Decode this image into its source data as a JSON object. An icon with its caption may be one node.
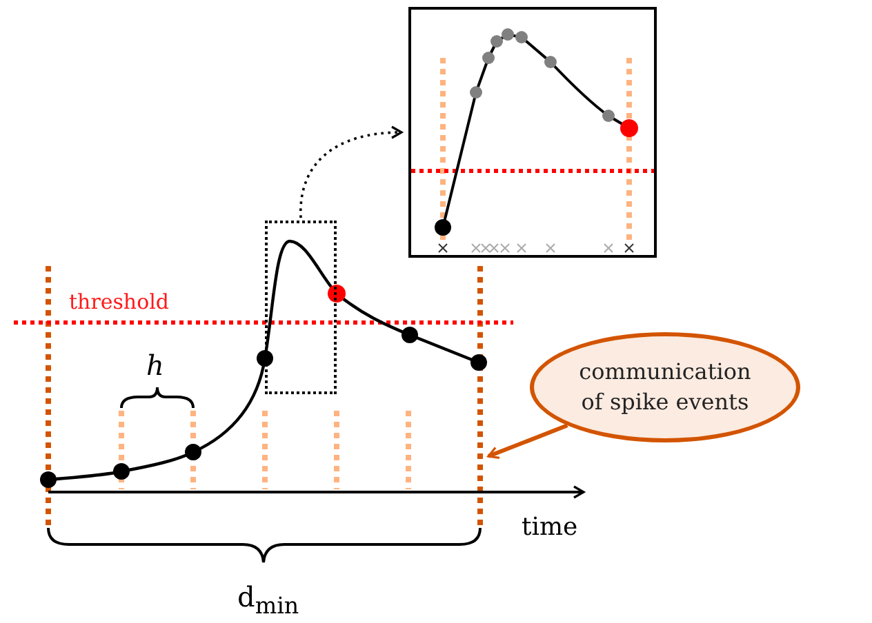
{
  "diagram": {
    "nodes": [
      {
        "text": [
          "communication of spike events"
        ]
      },
      {
        "text": [],
        "shape": "box"
      },
      {
        "text": [],
        "shape": "box"
      }
    ],
    "edges": [
      {
        "from": 0,
        "to": null,
        "arrow": "to",
        "color": "#d35400"
      },
      {
        "from": 1,
        "to": 2,
        "arrow": "to",
        "style": "dashed",
        "color": "#000000"
      }
    ],
    "labels": [
      "threshold",
      "h",
      "time",
      "d$_{min}$"
    ]
  }
}
